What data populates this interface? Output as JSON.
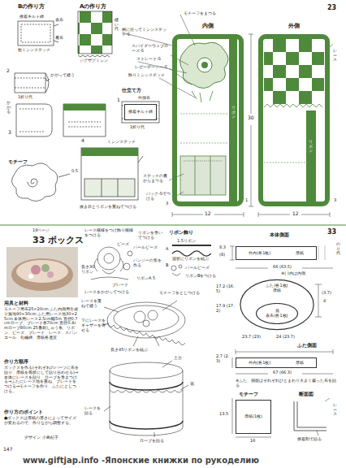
{
  "diagram": {
    "nodes": [
      {
        "text": [
          "内側"
        ]
      },
      {
        "text": [
          "外側"
        ]
      },
      {
        "text": [
          "接着キルト綿"
        ]
      },
      {
        "text": [
          "外内(各1枚)",
          "厚紙"
        ]
      },
      {
        "text": [
          "ふた(各1枚)",
          "厚紙"
        ]
      },
      {
        "text": [
          "底",
          "表布(各1枚)"
        ],
        "in": 4
      },
      {
        "text": [
          "外内(各1枚)",
          "厚紙"
        ]
      },
      {
        "text": [
          "厚紙(1枚)"
        ]
      }
    ],
    "labels": [
      "Bの作り方",
      "Aの作り方",
      "接着キルト綿",
      "表布",
      "粗ミシンステッチ",
      "裏布",
      "縫い代",
      "ジグザグミシン",
      "仕立て方",
      "1",
      "外側布",
      "1折り代",
      "2",
      "1折り代",
      "かがって縫う",
      "かがる",
      "3",
      "4",
      "モチーフ",
      "0.5",
      "ミシンステッチ",
      "抜き目とリボンを重ねてつける",
      "23",
      "モチーフをまつる",
      "柄に沿ってミシンステッチ-S",
      "スパイダーウェブローズ-S",
      "ストレート-S",
      "レゼーデージー-S",
      "飾りミシンステッチ",
      "ステッチの裏からまつる",
      "バック-Sでつける",
      "レース",
      "リボン",
      "リボン",
      "30",
      "12",
      "12",
      "3",
      "3",
      "1",
      "19ページ",
      "33 ボックス",
      "33",
      "用具と材料",
      "モチーフ用布25×20cm ふた内側用生成り無地90×30cm ふた用レース地30×25cm 本体用レース2.5cm幅5m 直径0.7cmローブ、ブレード各70cm 直径0.4cmローブ80cm 25番刺しゅう糸、リボン、ビーズ、ブレード、レース、スパンコール、化繊綿、厚紙各適宜",
      "作り方順序",
      "ボックスを作る(それぞれのパーツに布を貼り、厚紙を筒状にして貼り合わせる)→本体にレースを貼り、ローブを巻きつける→ふたにレース地を重ね、ブレードをつける→モチーフを作り、ふたにとじつける。",
      "作り方のポイント",
      "●ボックスは厚紙の厚さによってサイズが変わるので、作りながら調整する。",
      "デザイン 小島紀子",
      "147",
      "www.giftjap.info -Японские книжки по рукоделию",
      "レース模様をつけ飾り模様をつける",
      "リボンを巻いてつける",
      "ビーズ",
      "パールビーズ",
      "パンジーの形を作る",
      "長さ30リボン",
      "ブレード",
      "リボンA 5",
      "リボン飾り",
      "1.5リボン",
      "A",
      "B",
      "波状にリボンを結ぶ",
      "パールビーズ",
      "リボンBをつける",
      "レースをかがってつける",
      "モチーフをとじつける",
      "レースを重ねて縫う",
      "下にレースをギャザーを寄せる",
      "長さ45リボンを結ぶ",
      "土台",
      "底",
      "ローブを貼る",
      "レースを貼る",
      "本体側面",
      "8.3",
      "(8)",
      "66 (63.5)",
      "のり代",
      "※( )内は内側",
      "17.2 (16.5)",
      "17.9 (17.2)",
      "23.7 (23)",
      "24 (23.7)",
      "4",
      "(3.7)",
      "ふた側面",
      "2.7 (2.3)",
      "67 (66.3)",
      "※ふた、側面はそれぞれひとまわり大きく裁った布を貼る",
      "モチーフ",
      "13.5",
      "16",
      "断面図",
      "レース",
      "接着剤で貼る"
    ]
  }
}
